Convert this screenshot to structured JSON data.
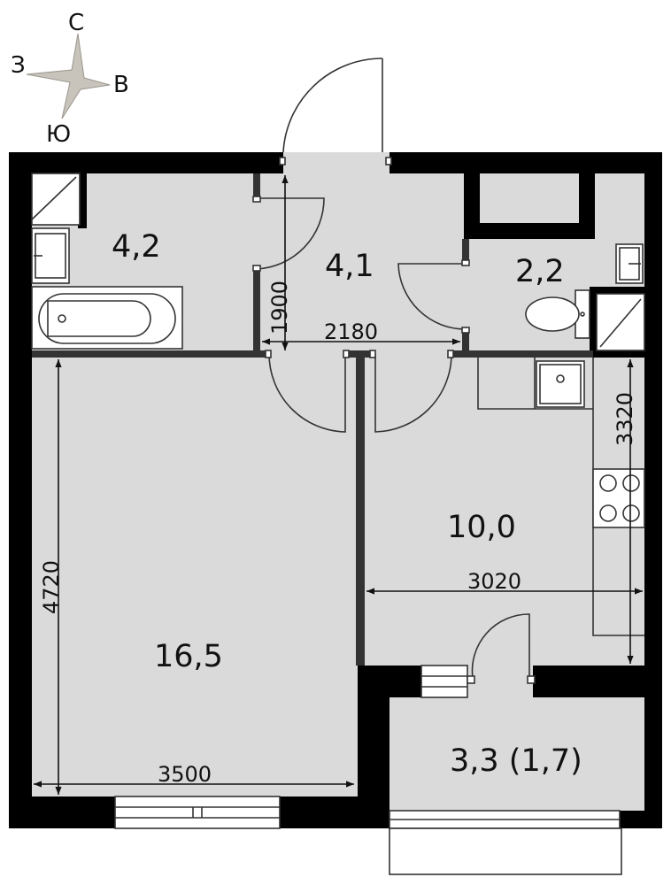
{
  "compass": {
    "north": "С",
    "east": "В",
    "south": "Ю",
    "west": "З"
  },
  "rooms": {
    "bathroom": "4,2",
    "hall": "4,1",
    "wc": "2,2",
    "living_room": "16,5",
    "kitchen": "10,0",
    "balcony": "3,3 (1,7)"
  },
  "dimensions": {
    "hall_height": "1900",
    "hall_width": "2180",
    "kitchen_height": "3320",
    "kitchen_width": "3020",
    "living_height": "4720",
    "living_width": "3500"
  },
  "colors": {
    "floor": "#dadada",
    "wall": "#000000",
    "partition": "#333333"
  }
}
